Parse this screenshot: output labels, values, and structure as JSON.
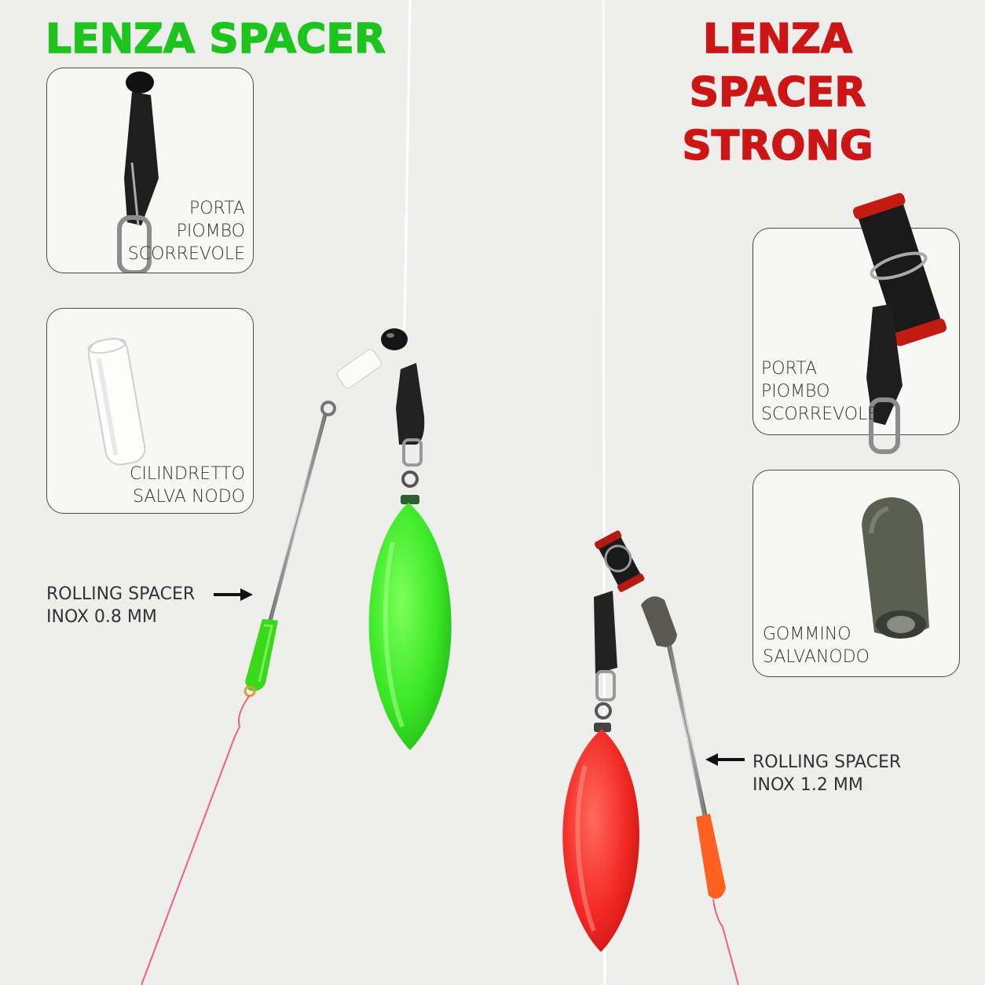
{
  "titles": {
    "left": "LENZA SPACER",
    "right_line1": "LENZA SPACER",
    "right_line2": "STRONG"
  },
  "colors": {
    "left_title": "#1ec41e",
    "right_title": "#cc1616",
    "green_lead": "#49f02e",
    "red_lead": "#f2302c",
    "line_pink": "#f0607a"
  },
  "cards": {
    "left_top": {
      "line1": "PORTA",
      "line2": "PIOMBO",
      "line3": "SCORREVOLE"
    },
    "left_bottom": {
      "line1": "CILINDRETTO",
      "line2": "SALVA NODO"
    },
    "right_top": {
      "line1": "PORTA",
      "line2": "PIOMBO",
      "line3": "SCORREVOLE"
    },
    "right_bottom": {
      "line1": "GOMMINO",
      "line2": "SALVANODO"
    }
  },
  "callouts": {
    "left": {
      "line1": "ROLLING SPACER",
      "line2": "INOX 0.8 MM"
    },
    "right": {
      "line1": "ROLLING SPACER",
      "line2": "INOX 1.2 MM"
    }
  }
}
